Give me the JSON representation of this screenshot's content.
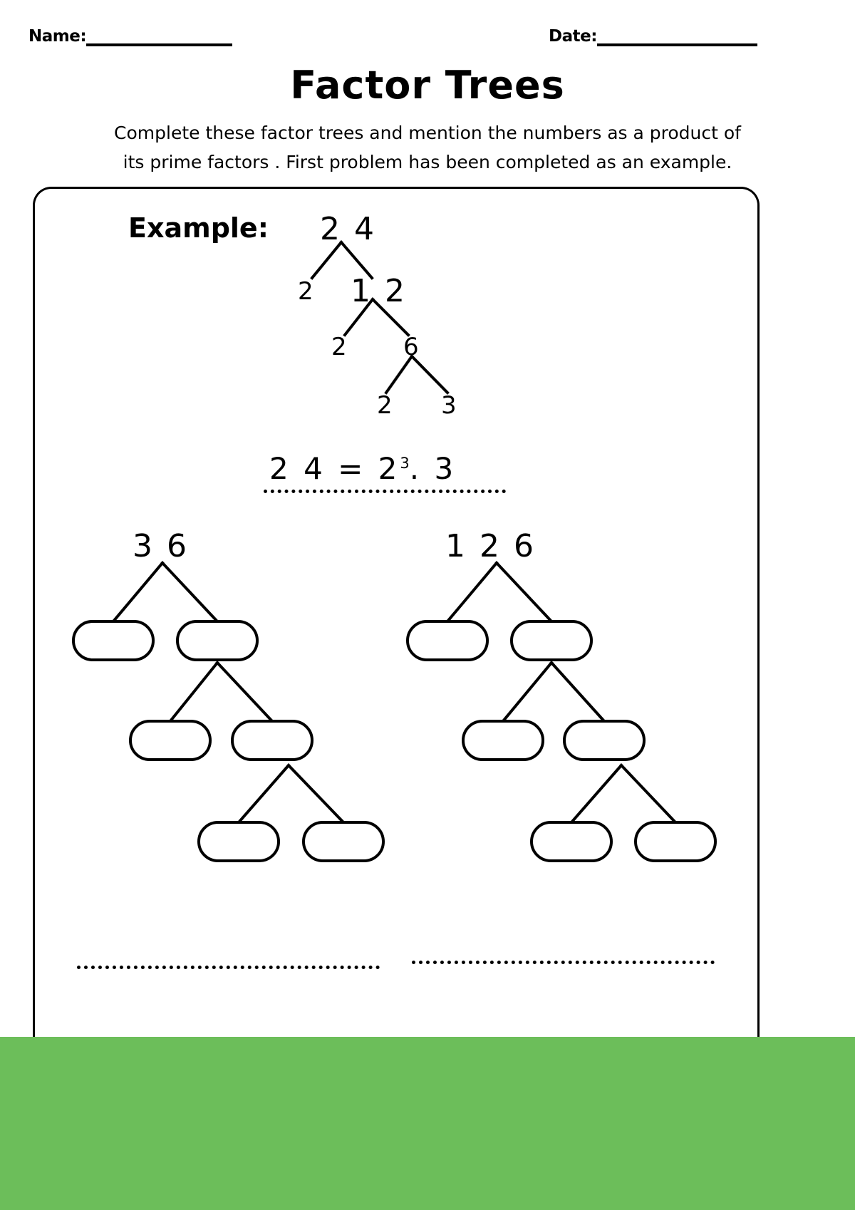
{
  "header": {
    "name_label": "Name:",
    "date_label": "Date:"
  },
  "title": "Factor Trees",
  "instructions": {
    "line1": "Complete these factor trees and mention the numbers as a product of",
    "line2": "its prime factors . First problem has been completed as an example."
  },
  "example": {
    "label": "Example:",
    "root": "2 4",
    "level2_left": "2",
    "level2_right": "1 2",
    "level3_left": "2",
    "level3_right": "6",
    "level4_left": "2",
    "level4_right": "3",
    "equation_lhs": "2 4  =  2",
    "equation_exp": "3",
    "equation_rhs": ".  3"
  },
  "problems": [
    {
      "root": "3 6"
    },
    {
      "root": "1 2 6"
    }
  ],
  "colors": {
    "ink": "#000000",
    "footer_band": "#6cbe5a",
    "page": "#ffffff"
  },
  "chart_data": {
    "type": "diagram",
    "title": "Factor Trees",
    "trees": [
      {
        "name": "example",
        "completed": true,
        "root": 24,
        "nodes": [
          {
            "value": 24,
            "level": 1
          },
          {
            "value": 2,
            "level": 2,
            "prime": true
          },
          {
            "value": 12,
            "level": 2,
            "prime": false
          },
          {
            "value": 2,
            "level": 3,
            "prime": true
          },
          {
            "value": 6,
            "level": 3,
            "prime": false
          },
          {
            "value": 2,
            "level": 4,
            "prime": true
          },
          {
            "value": 3,
            "level": 4,
            "prime": true
          }
        ],
        "answer": "24 = 2^3 . 3"
      },
      {
        "name": "problem-1",
        "completed": false,
        "root": 36,
        "blank_nodes": 6,
        "answer": ""
      },
      {
        "name": "problem-2",
        "completed": false,
        "root": 126,
        "blank_nodes": 6,
        "answer": ""
      }
    ]
  }
}
